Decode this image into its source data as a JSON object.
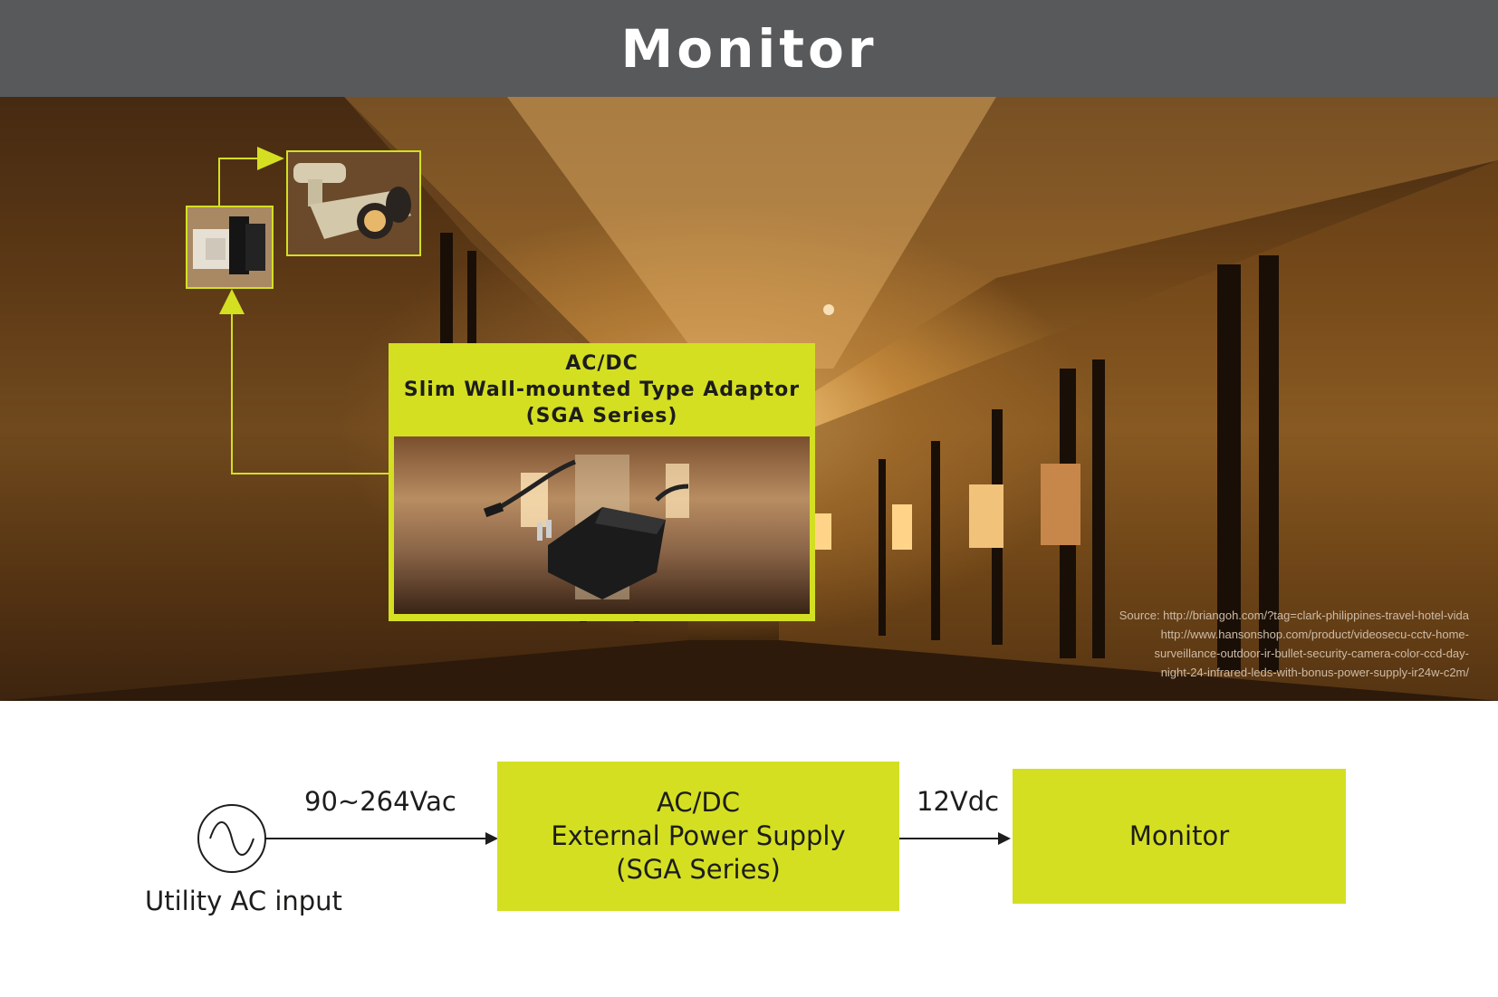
{
  "header": {
    "title": "Monitor"
  },
  "callout": {
    "line1": "AC/DC",
    "line2": "Slim Wall-mounted Type Adaptor",
    "line3": "(SGA Series)"
  },
  "source": {
    "line1": "Source: http://briangoh.com/?tag=clark-philippines-travel-hotel-vida",
    "line2": "http://www.hansonshop.com/product/videosecu-cctv-home-",
    "line3": "surveillance-outdoor-ir-bullet-security-camera-color-ccd-day-",
    "line4": "night-24-infrared-leds-with-bonus-power-supply-ir24w-c2m/"
  },
  "flow": {
    "input_label": "Utility AC input",
    "input_voltage": "90~264Vac",
    "supply": {
      "line1": "AC/DC",
      "line2": "External Power Supply",
      "line3": "(SGA Series)"
    },
    "output_voltage": "12Vdc",
    "load": "Monitor"
  },
  "colors": {
    "accent": "#d4df22",
    "header_bg": "#58595b",
    "text": "#1d1d1b"
  },
  "icons": [
    "ac-source-icon",
    "security-camera-icon",
    "wall-outlet-icon",
    "power-adaptor-icon"
  ]
}
